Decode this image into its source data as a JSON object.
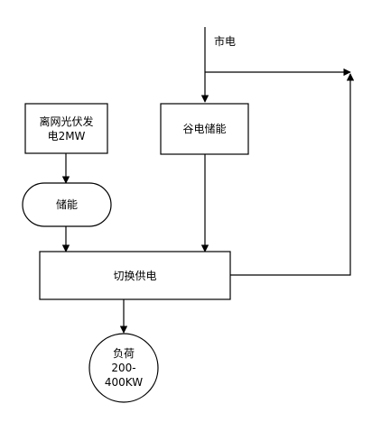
{
  "nodes": {
    "grid_label": "市电",
    "pv": "离网光伏发\n电2MW",
    "storage": "储能",
    "valley": "谷电储能",
    "switch": "切换供电",
    "load": "负荷\n200-\n400KW"
  },
  "colors": {
    "stroke": "#000000",
    "fill": "#ffffff"
  }
}
